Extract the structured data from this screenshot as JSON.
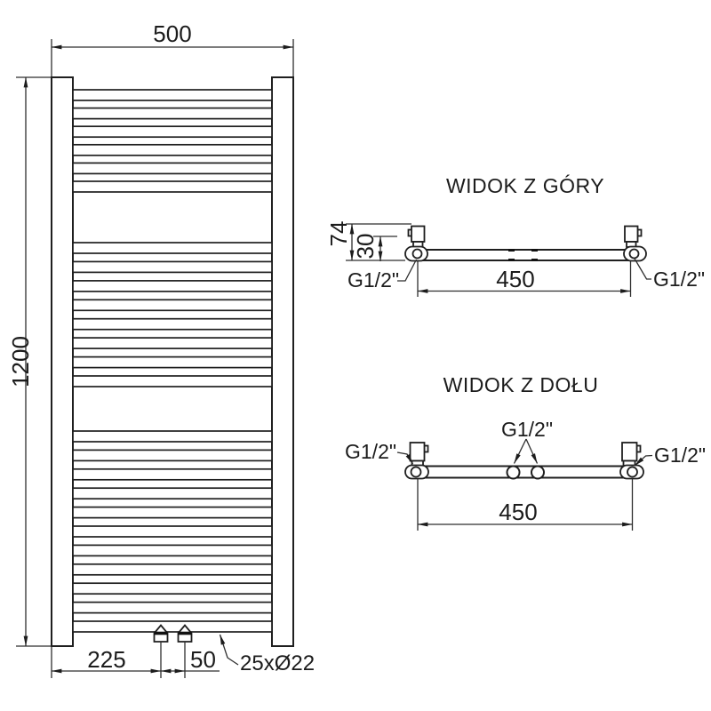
{
  "drawing": {
    "front_view": {
      "width_mm": "500",
      "height_mm": "1200",
      "connection_offset_mm": "225",
      "connection_spacing_mm": "50",
      "tube_spec": "25xØ22"
    },
    "top_view": {
      "title": "WIDOK Z GÓRY",
      "depth_mm": "74",
      "bracket_depth_mm": "30",
      "mount_spacing_mm": "450",
      "thread_left": "G1/2\"",
      "thread_right": "G1/2\""
    },
    "bottom_view": {
      "title": "WIDOK Z DOŁU",
      "mount_spacing_mm": "450",
      "thread_left": "G1/2\"",
      "thread_center": "G1/2\"",
      "thread_right": "G1/2\""
    }
  }
}
